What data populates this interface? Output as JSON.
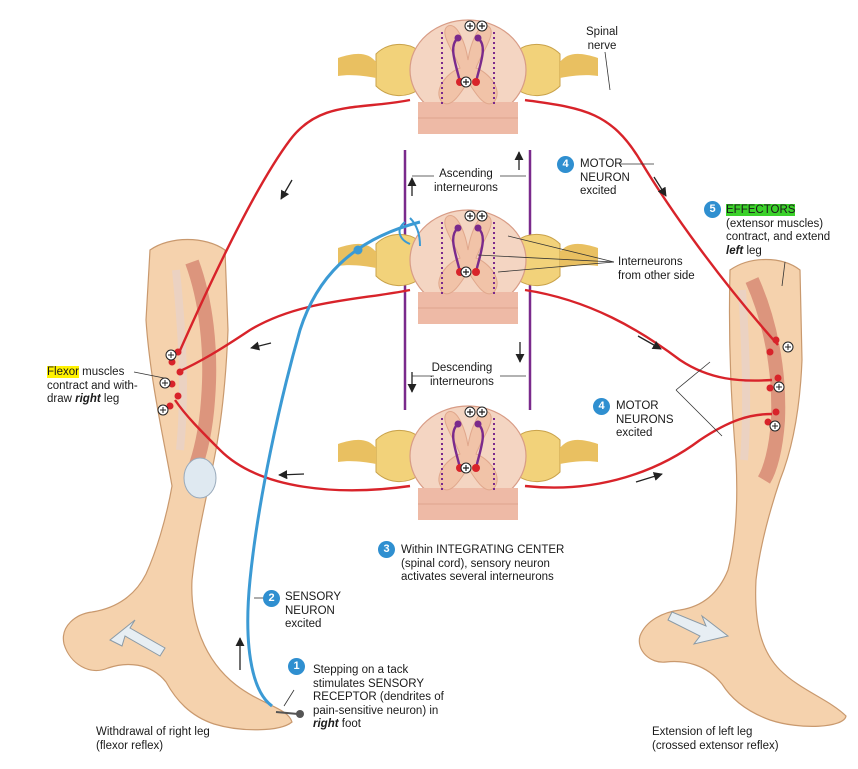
{
  "colors": {
    "motor_neuron": "#d8232a",
    "sensory_neuron": "#3b9ad4",
    "interneuron": "#7a2a8c",
    "white_matter": "#f4d5c2",
    "gray_matter": "#f1c3a8",
    "ganglion": "#f2d27a",
    "step_badge": "#2f8fd0",
    "highlight_flexor": "#fff200",
    "highlight_effectors": "#3bd12a"
  },
  "labels": {
    "spinal_nerve": {
      "line1": "Spinal",
      "line2": "nerve"
    },
    "ascending": {
      "line1": "Ascending",
      "line2": "interneurons"
    },
    "descending": {
      "line1": "Descending",
      "line2": "interneurons"
    },
    "interneurons_other_side": {
      "line1": "Interneurons",
      "line2": "from other side"
    },
    "motor_neuron_top": {
      "step": "4",
      "line1": "MOTOR",
      "line2": "NEURON",
      "line3": "excited"
    },
    "motor_neurons_right": {
      "step": "4",
      "line1": "MOTOR",
      "line2": "NEURONS",
      "line3": "excited"
    },
    "effectors": {
      "step": "5",
      "line1_highlight": "EFFECTORS",
      "line2": "(extensor muscles)",
      "line3": "contract, and extend",
      "line4_bold": "left",
      "line4_rest": " leg"
    },
    "flexor": {
      "highlight": "Flexor",
      "line1_rest": " muscles",
      "line2": "contract and with-",
      "line3_pre": "draw ",
      "line3_bold": "right",
      "line3_rest": " leg"
    },
    "integrating_center": {
      "step": "3",
      "line1": "Within INTEGRATING CENTER",
      "line2": "(spinal cord), sensory neuron",
      "line3": "activates several interneurons"
    },
    "sensory_neuron": {
      "step": "2",
      "line1": "SENSORY",
      "line2": "NEURON",
      "line3": "excited"
    },
    "stepping": {
      "step": "1",
      "line1": "Stepping on a tack",
      "line2": "stimulates SENSORY",
      "line3": "RECEPTOR (dendrites of",
      "line4": "pain-sensitive neuron) in",
      "line5_bold": "right",
      "line5_rest": " foot"
    },
    "withdrawal": {
      "line1": "Withdrawal of right leg",
      "line2": "(flexor reflex)"
    },
    "extension": {
      "line1": "Extension of left leg",
      "line2": "(crossed extensor reflex)"
    }
  },
  "synapse_sign": "+"
}
